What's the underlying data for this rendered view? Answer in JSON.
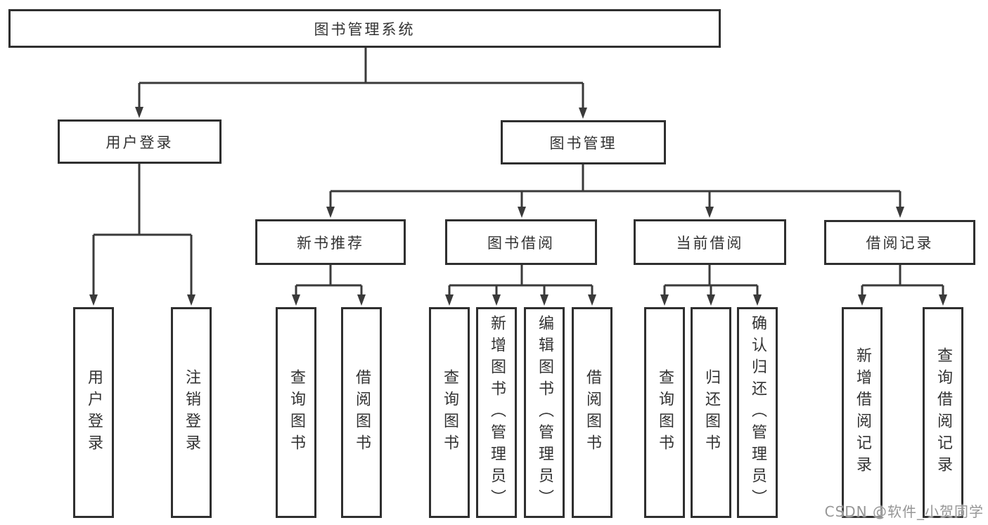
{
  "colors": {
    "line": "#3a3a3a",
    "box_border": "#2f2f2f",
    "box_fill": "#ffffff",
    "text": "#333333",
    "watermark": "#969696"
  },
  "tree": {
    "label": "图书管理系统",
    "children": [
      {
        "label": "用户登录",
        "children": [
          {
            "label": "用户登录"
          },
          {
            "label": "注销登录"
          }
        ]
      },
      {
        "label": "图书管理",
        "children": [
          {
            "label": "新书推荐",
            "children": [
              {
                "label": "查询图书"
              },
              {
                "label": "借阅图书"
              }
            ]
          },
          {
            "label": "图书借阅",
            "children": [
              {
                "label": "查询图书"
              },
              {
                "label": "新增图书（管理员）"
              },
              {
                "label": "编辑图书（管理员）"
              },
              {
                "label": "借阅图书"
              }
            ]
          },
          {
            "label": "当前借阅",
            "children": [
              {
                "label": "查询图书"
              },
              {
                "label": "归还图书"
              },
              {
                "label": "确认归还（管理员）"
              }
            ]
          },
          {
            "label": "借阅记录",
            "children": [
              {
                "label": "新增借阅记录"
              },
              {
                "label": "查询借阅记录"
              }
            ]
          }
        ]
      }
    ]
  },
  "watermark": {
    "text": "CSDN @软件_小贺同学"
  }
}
